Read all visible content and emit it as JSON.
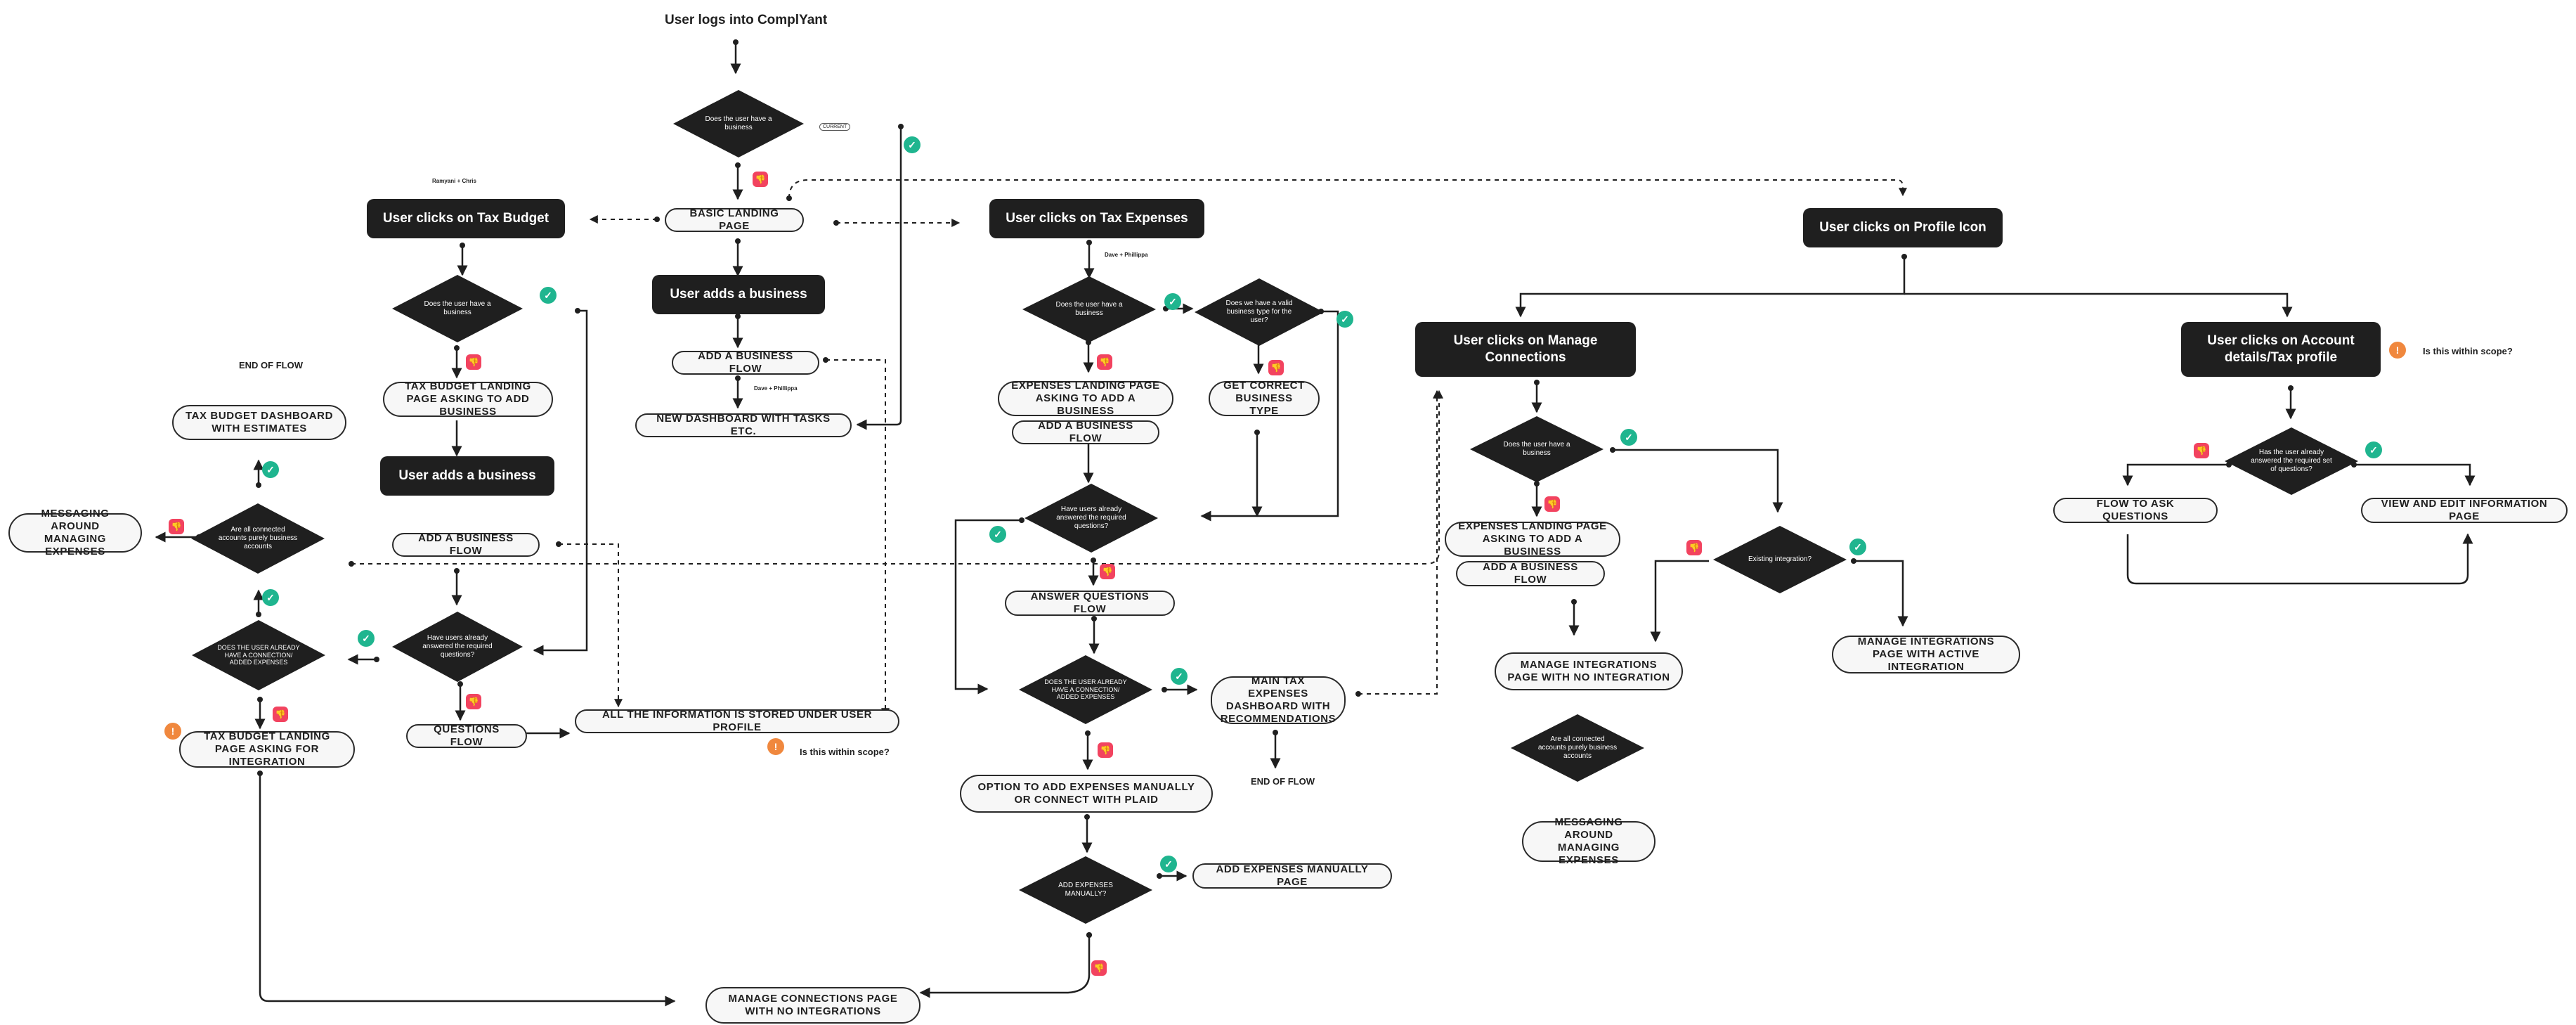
{
  "title": "User logs into ComplYant",
  "boxes": {
    "tax_budget": "User clicks on Tax Budget",
    "adds_business_1": "User adds a business",
    "adds_business_2": "User adds a business",
    "tax_expenses": "User clicks on Tax Expenses",
    "profile_icon": "User clicks on Profile Icon",
    "manage_connections": "User clicks on Manage Connections",
    "account_details": "User clicks on Account details/Tax profile"
  },
  "pills": {
    "basic_landing": "BASIC LANDING PAGE",
    "add_business_flow_top": "ADD A BUSINESS FLOW",
    "new_dashboard": "NEW DASHBOARD WITH TASKS ETC.",
    "tax_budget_landing_add": "TAX BUDGET LANDING PAGE ASKING TO ADD BUSINESS",
    "add_business_flow_budget": "ADD A BUSINESS FLOW",
    "questions_flow": "QUESTIONS FLOW",
    "all_info_stored": "ALL THE INFORMATION IS STORED UNDER USER PROFILE",
    "tax_budget_dashboard": "TAX BUDGET DASHBOARD WITH ESTIMATES",
    "messaging_left": "MESSAGING AROUND MANAGING EXPENSES",
    "tax_budget_landing_integration": "TAX BUDGET LANDING PAGE ASKING FOR INTEGRATION",
    "manage_connections_no_int": "MANAGE CONNECTIONS PAGE WITH NO INTEGRATIONS",
    "expenses_landing": "EXPENSES LANDING PAGE ASKING TO ADD A BUSINESS",
    "add_business_flow_exp": "ADD A BUSINESS FLOW",
    "get_correct_type": "GET CORRECT BUSINESS TYPE",
    "answer_questions": "ANSWER QUESTIONS FLOW",
    "main_tax_expenses": "MAIN TAX EXPENSES DASHBOARD WITH RECOMMENDATIONS",
    "option_add_expenses": "OPTION TO ADD EXPENSES MANUALLY OR CONNECT WITH PLAID",
    "add_expenses_manually": "ADD EXPENSES MANUALLY PAGE",
    "expenses_landing_mc": "EXPENSES LANDING PAGE ASKING TO ADD A BUSINESS",
    "add_business_flow_mc": "ADD A BUSINESS FLOW",
    "manage_integrations_none": "MANAGE INTEGRATIONS PAGE WITH NO INTEGRATION",
    "manage_integrations_active": "MANAGE INTEGRATIONS PAGE WITH ACTIVE INTEGRATION",
    "messaging_mc": "MESSAGING AROUND MANAGING EXPENSES",
    "flow_ask_questions": "FLOW TO ASK QUESTIONS",
    "view_edit_info": "VIEW AND EDIT INFORMATION PAGE"
  },
  "diamonds": {
    "has_business_top": "Does the user have a business",
    "has_business_budget": "Does the user have a business",
    "answered_budget": "Have users already answered the required questions?",
    "connection_budget": "DOES THE USER ALREADY HAVE A CONNECTION/ ADDED EXPENSES",
    "business_accounts_budget": "Are all connected accounts purely business accounts",
    "has_business_exp": "Does the user have a business",
    "valid_type": "Does we have a valid business type for the user?",
    "answered_exp": "Have users already answered the required questions?",
    "connection_exp": "DOES THE USER ALREADY HAVE A CONNECTION/ ADDED EXPENSES",
    "add_manually": "ADD EXPENSES MANUALLY?",
    "has_business_mc": "Does the user have a business",
    "existing_integration": "Existing integration?",
    "business_accounts_mc": "Are all connected accounts purely business accounts",
    "answered_profile": "Has the user already answered the required set of questions?"
  },
  "labels": {
    "end_of_flow_1": "END OF FLOW",
    "end_of_flow_2": "END OF FLOW",
    "within_scope_1": "Is this within scope?",
    "within_scope_2": "Is this within scope?",
    "names_budget": "Ramyani + Chris",
    "names_top": "Dave + Phillippa",
    "names_exp": "Dave + Phillippa",
    "current_tag": "CURRENT"
  },
  "colors": {
    "node": "#1f1f1f",
    "yes_badge": "#1fb58f",
    "no_badge": "#f2435f",
    "scope_badge": "#f0883e"
  },
  "icons": {
    "yes": "check-icon",
    "no": "thumbs-down-icon",
    "warning": "exclamation-icon"
  }
}
